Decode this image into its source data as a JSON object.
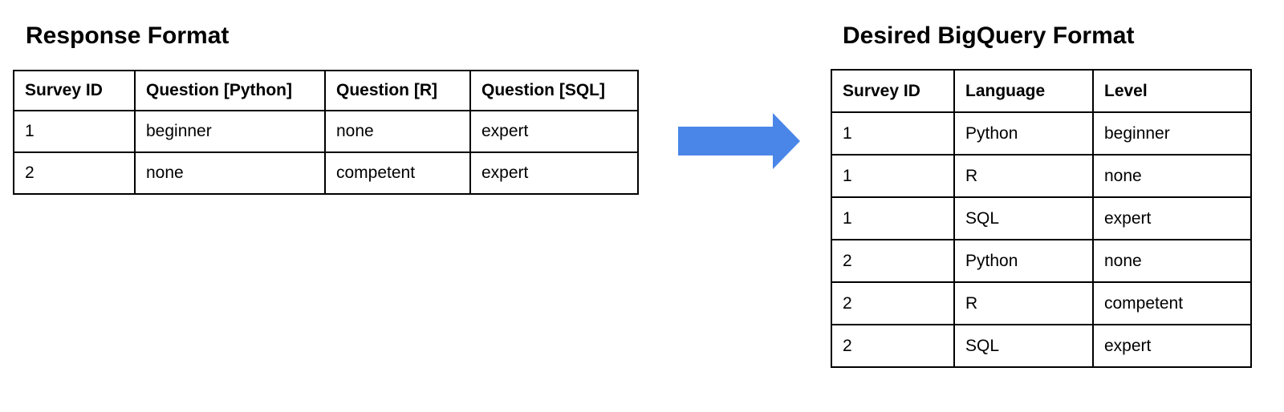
{
  "figure": {
    "left_panel": {
      "title": "Response Format",
      "table": {
        "headers": [
          "Survey ID",
          "Question [Python]",
          "Question [R]",
          "Question [SQL]"
        ],
        "rows": [
          [
            "1",
            "beginner",
            "none",
            "expert"
          ],
          [
            "2",
            "none",
            "competent",
            "expert"
          ]
        ]
      }
    },
    "arrow": {
      "icon": "right-arrow-icon",
      "color": "#4a86e8"
    },
    "right_panel": {
      "title": "Desired BigQuery Format",
      "table": {
        "headers": [
          "Survey ID",
          "Language",
          "Level"
        ],
        "rows": [
          [
            "1",
            "Python",
            "beginner"
          ],
          [
            "1",
            "R",
            "none"
          ],
          [
            "1",
            "SQL",
            "expert"
          ],
          [
            "2",
            "Python",
            "none"
          ],
          [
            "2",
            "R",
            "competent"
          ],
          [
            "2",
            "SQL",
            "expert"
          ]
        ]
      }
    }
  }
}
